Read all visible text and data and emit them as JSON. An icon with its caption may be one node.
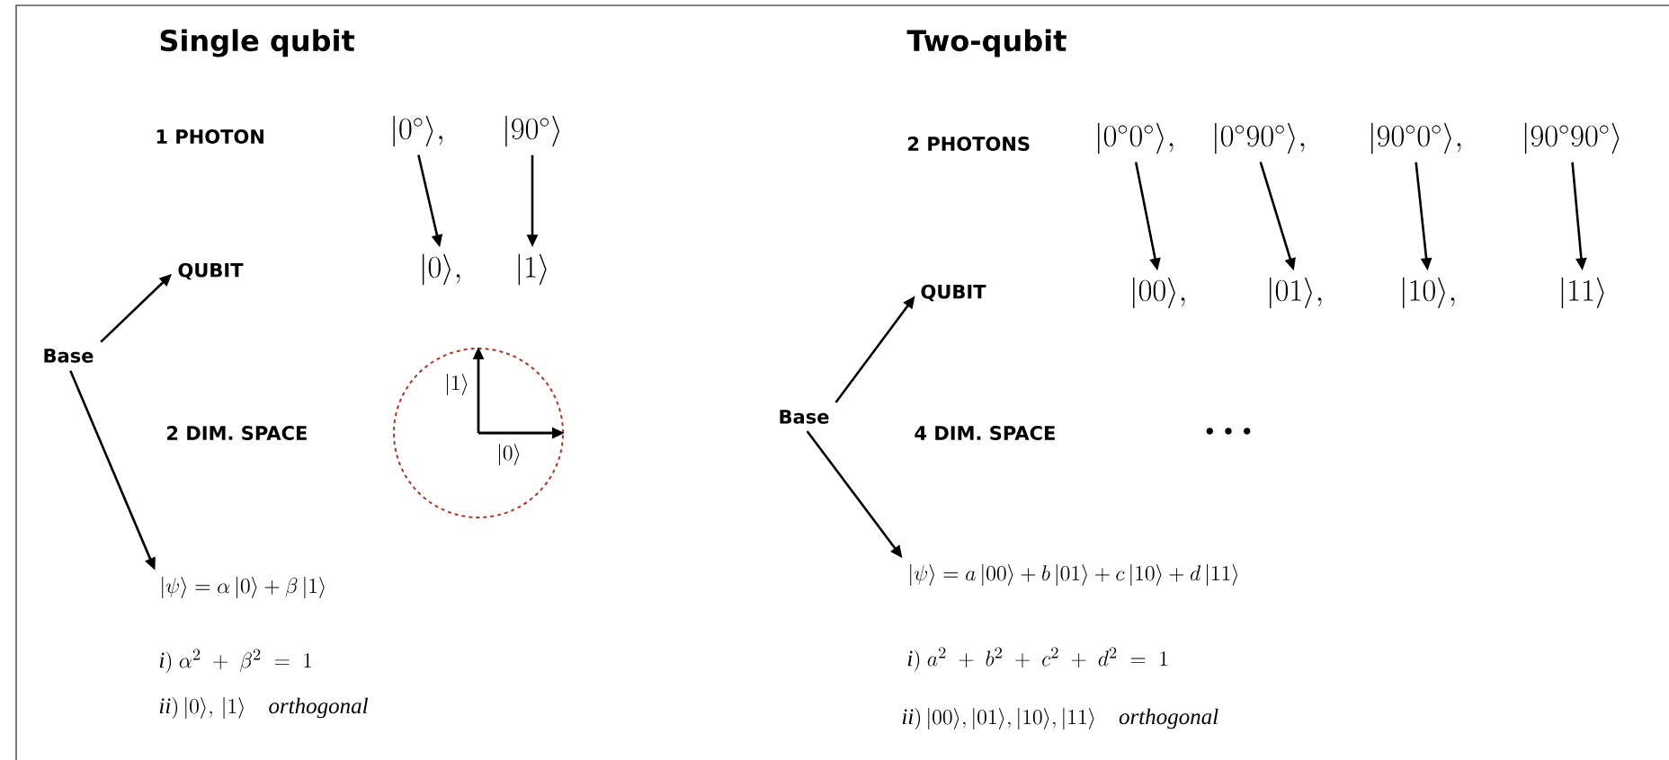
{
  "diagram": {
    "nodes": [
      {
        "text": [
          "Base"
        ]
      },
      {
        "text": [
          "|0^{\\circ}\\rangle,"
        ]
      },
      {
        "text": [
          "|90^{\\circ}\\rangle"
        ]
      },
      {
        "text": [
          "|0\\rangle,"
        ]
      },
      {
        "text": [
          "|1\\rangle"
        ]
      },
      {
        "text": [
          "QUBIT"
        ]
      },
      {
        "text": [
          "|\\psi\\rangle = \\alpha\\,|0\\rangle + \\beta\\,|1\\rangle"
        ]
      },
      {
        "text": [
          "Base"
        ]
      },
      {
        "text": [
          "|0^{\\circ}0^{\\circ}\\rangle,"
        ]
      },
      {
        "text": [
          "|0^{\\circ}90^{\\circ}\\rangle,"
        ]
      },
      {
        "text": [
          "|90^{\\circ}0^{\\circ}\\rangle,"
        ]
      },
      {
        "text": [
          "|90^{\\circ}90^{\\circ}\\rangle"
        ]
      },
      {
        "text": [
          "|00\\rangle,"
        ]
      },
      {
        "text": [
          "|01\\rangle,"
        ]
      },
      {
        "text": [
          "|10\\rangle,"
        ]
      },
      {
        "text": [
          "|11\\rangle"
        ]
      },
      {
        "text": [
          "QUBIT"
        ]
      },
      {
        "text": [
          "|\\psi\\rangle = a\\,|00\\rangle + b\\,|01\\rangle + c\\,|10\\rangle + d\\,|11\\rangle"
        ]
      }
    ],
    "edges": [
      {
        "from": 0,
        "to": 5,
        "arrow": "to"
      },
      {
        "from": 0,
        "to": 6,
        "arrow": "to"
      },
      {
        "from": 1,
        "to": 3,
        "arrow": "to"
      },
      {
        "from": 2,
        "to": 4,
        "arrow": "to"
      },
      {
        "from": 7,
        "to": 16,
        "arrow": "to"
      },
      {
        "from": 7,
        "to": 17,
        "arrow": "to"
      },
      {
        "from": 8,
        "to": 12,
        "arrow": "to"
      },
      {
        "from": 9,
        "to": 13,
        "arrow": "to"
      },
      {
        "from": 10,
        "to": 14,
        "arrow": "to"
      },
      {
        "from": 11,
        "to": 15,
        "arrow": "to"
      }
    ],
    "labels": [
      "Single qubit",
      "Two-qubit",
      "1 PHOTON",
      "2 DIM. SPACE",
      "|1\\rangle",
      "|0\\rangle",
      "\\mathit{i)}\\ \\alpha^2 \\;+\\; \\beta^2 \\;=\\; 1",
      "\\mathit{ii)}\\,|0\\rangle,\\,|1\\rangle\\quad \\mathit{orthogonal}",
      "2 PHOTONS",
      "4 DIM. SPACE",
      "• • •",
      "\\mathit{i)}\\ a^2 \\;+\\; b^2 \\;+\\; c^2 \\;+\\; d^2 \\;=\\; 1",
      "\\mathit{ii)}\\,|00\\rangle,|01\\rangle,|10\\rangle,|11\\rangle\\quad \\mathit{orthogonal}"
    ]
  }
}
